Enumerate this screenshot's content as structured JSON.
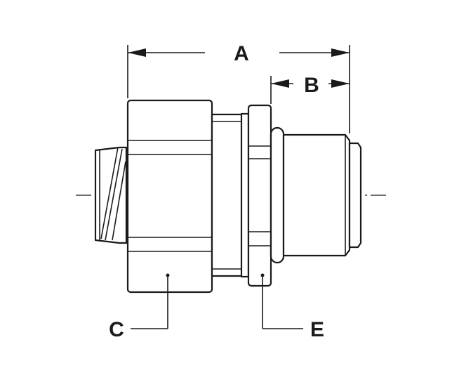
{
  "labels": {
    "a": "A",
    "b": "B",
    "c": "C",
    "e": "E"
  }
}
